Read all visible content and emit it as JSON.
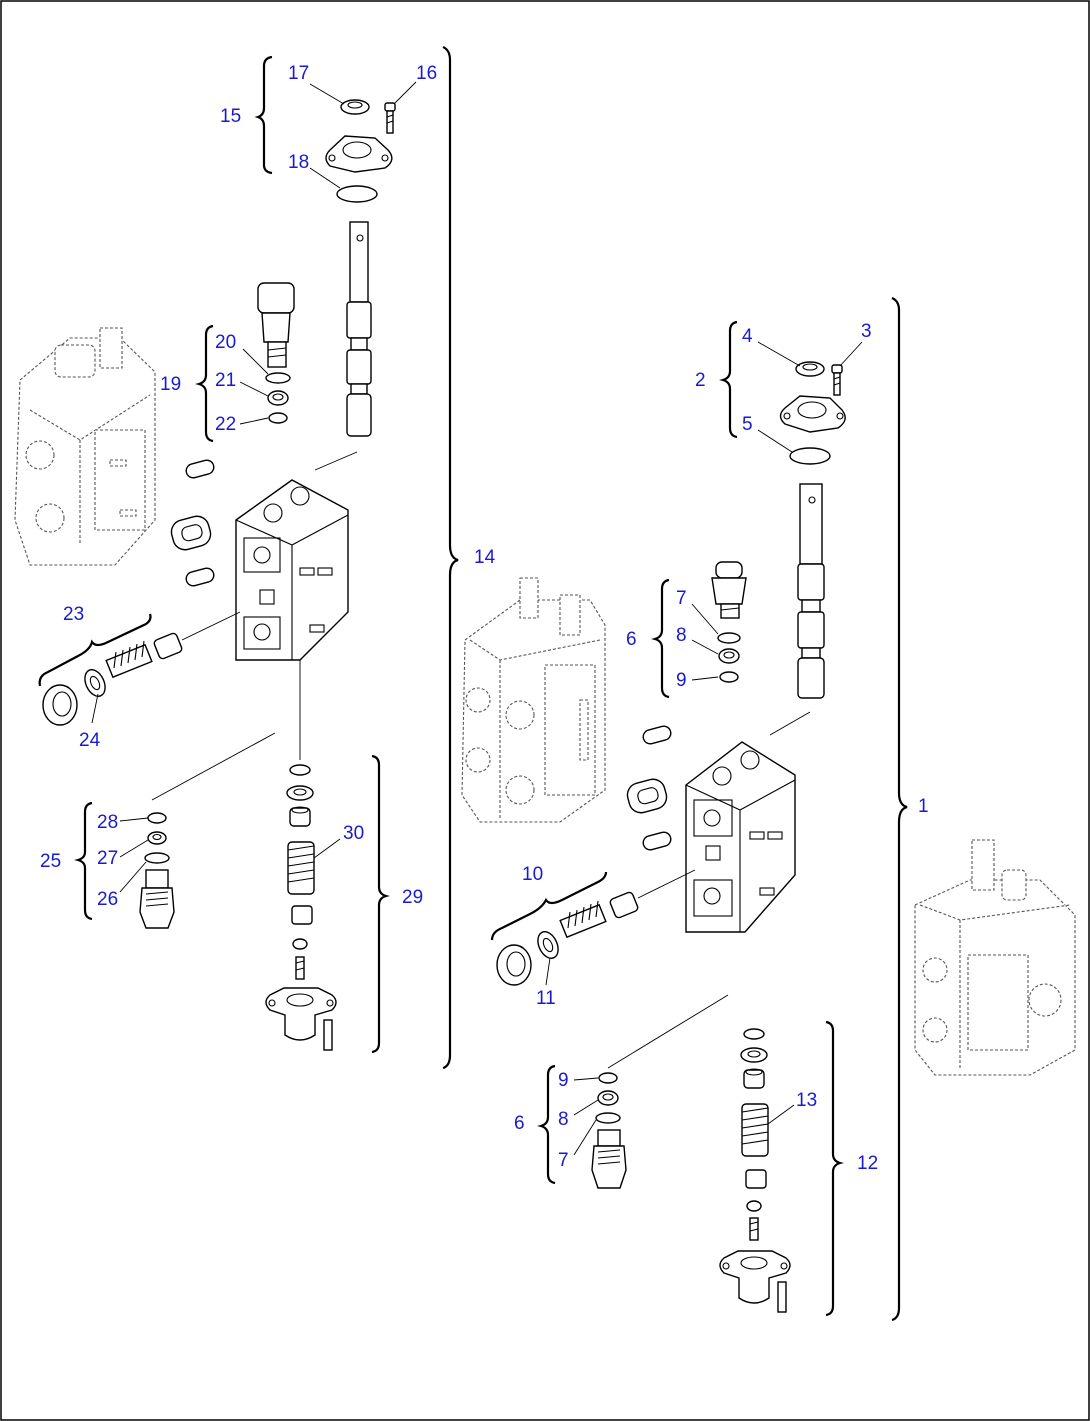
{
  "labels": {
    "l1": "1",
    "l2": "2",
    "l3": "3",
    "l4": "4",
    "l5": "5",
    "l6a": "6",
    "l7a": "7",
    "l8a": "8",
    "l9a": "9",
    "l10": "10",
    "l11": "11",
    "l12": "12",
    "l13": "13",
    "l6b": "6",
    "l7b": "7",
    "l8b": "8",
    "l9b": "9",
    "l14": "14",
    "l15": "15",
    "l16": "16",
    "l17": "17",
    "l18": "18",
    "l19": "19",
    "l20": "20",
    "l21": "21",
    "l22": "22",
    "l23": "23",
    "l24": "24",
    "l25": "25",
    "l26": "26",
    "l27": "27",
    "l28": "28",
    "l29": "29",
    "l30": "30"
  },
  "colors": {
    "label": "#1a1ad0",
    "line": "#000000"
  }
}
